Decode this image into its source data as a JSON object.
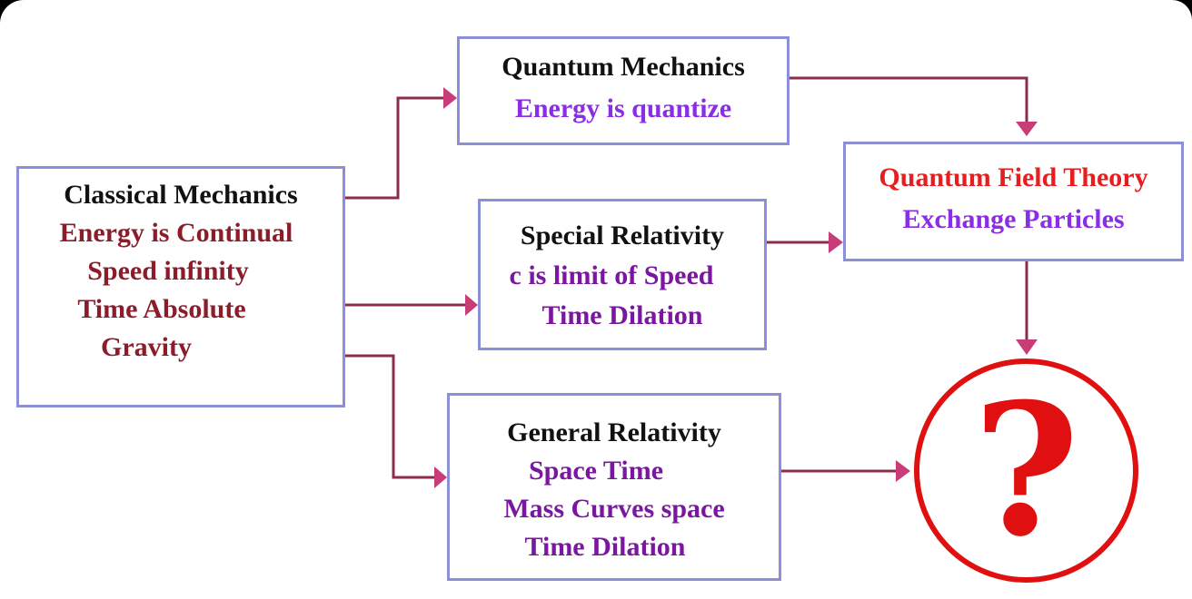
{
  "colors": {
    "frame": "#000000",
    "box_border": "#8c8fd8",
    "connector": "#8b2d4a",
    "arrowhead": "#c83c78",
    "maroon_text": "#8b1c2a",
    "purple_text": "#7a16a0",
    "violet_text": "#8a2ee6",
    "red_text": "#e61e1e",
    "question_red": "#e01010"
  },
  "nodes": {
    "classical": {
      "title": "Classical Mechanics",
      "lines": [
        "Energy is Continual",
        "Speed infinity",
        "Time Absolute",
        "Gravity"
      ]
    },
    "quantum": {
      "title": "Quantum Mechanics",
      "lines": [
        "Energy is quantize"
      ]
    },
    "special": {
      "title": "Special Relativity",
      "lines": [
        "c is limit of Speed",
        "Time Dilation"
      ]
    },
    "general": {
      "title": "General Relativity",
      "lines": [
        "Space Time",
        "Mass Curves space",
        "Time Dilation"
      ]
    },
    "qft": {
      "title": "Quantum Field Theory",
      "lines": [
        "Exchange Particles"
      ]
    },
    "unknown": {
      "glyph": "?",
      "icon": "question-mark-circle-icon"
    }
  },
  "edges": [
    {
      "from": "classical",
      "to": "quantum"
    },
    {
      "from": "classical",
      "to": "special"
    },
    {
      "from": "classical",
      "to": "general"
    },
    {
      "from": "quantum",
      "to": "qft"
    },
    {
      "from": "special",
      "to": "qft"
    },
    {
      "from": "qft",
      "to": "unknown"
    },
    {
      "from": "general",
      "to": "unknown"
    }
  ]
}
